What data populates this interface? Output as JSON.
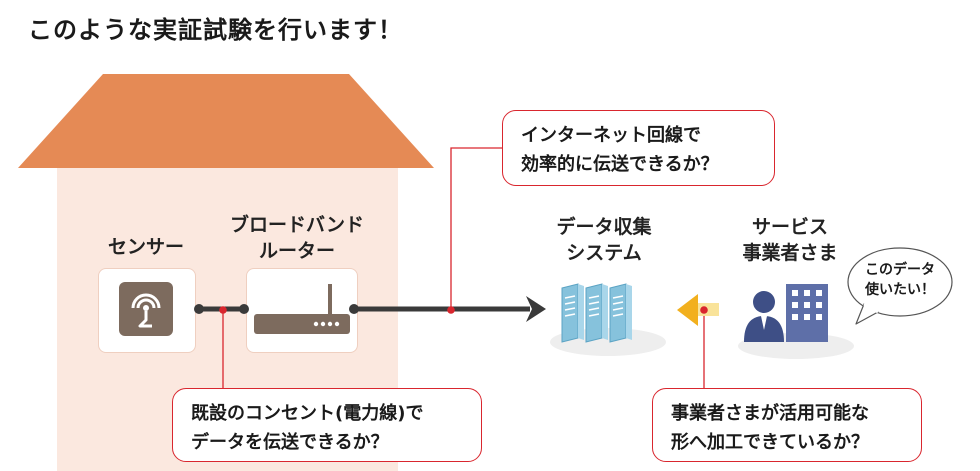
{
  "title": "このような実証試験を行います！",
  "house": {
    "sensor_label": "センサー",
    "router_label_1": "ブロードバンド",
    "router_label_2": "ルーター"
  },
  "server_label_1": "データ収集",
  "server_label_2": "システム",
  "business_label_1": "サービス",
  "business_label_2": "事業者さま",
  "speech_bubble_1": "このデータ",
  "speech_bubble_2": "使いたい！",
  "callouts": {
    "internet_1": "インターネット回線で",
    "internet_2": "効率的に伝送できるか？",
    "powerline_1": "既設のコンセント(電力線)で",
    "powerline_2": "データを伝送できるか？",
    "business_1": "事業者さまが活用可能な",
    "business_2": "形へ加工できているか？"
  },
  "colors": {
    "roof": "#e58a55",
    "wall": "#fbe8df",
    "accent_red": "#d9262e",
    "server": "#86c2dc",
    "arrow_yellow": "#f2b01e",
    "person": "#3e4f86"
  }
}
